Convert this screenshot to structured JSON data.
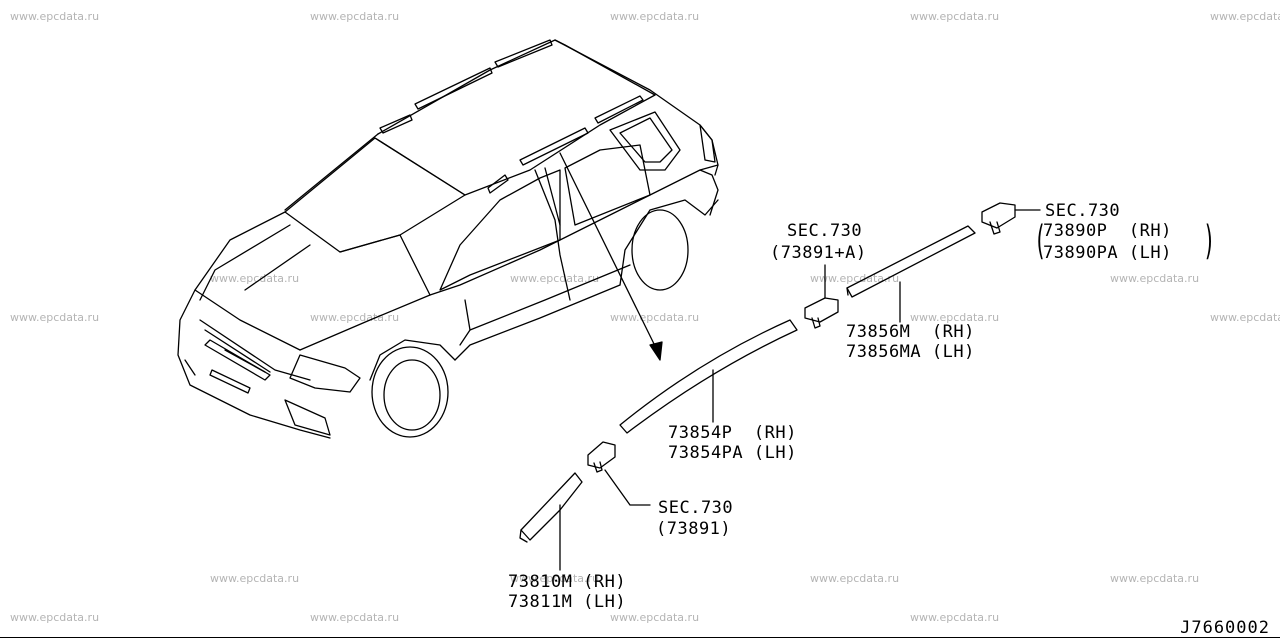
{
  "watermark": "www.epcdata.ru",
  "diagram_code": "J7660002",
  "labels": {
    "sec730_a": "SEC.730",
    "sec730_a_part": "(73891+A)",
    "sec730_b": "SEC.730",
    "sec730_b_rh": "73890P  (RH)",
    "sec730_b_lh": "73890PA (LH)",
    "part_73856": "73856M  (RH)\n73856MA (LH)",
    "part_73854": "73854P  (RH)\n73854PA (LH)",
    "sec730_c": "SEC.730",
    "sec730_c_part": "(73891)",
    "part_73810": "73810M (RH)\n73811M (LH)"
  },
  "colors": {
    "line": "#000000",
    "watermark": "#b4b4b4",
    "background": "#ffffff"
  }
}
